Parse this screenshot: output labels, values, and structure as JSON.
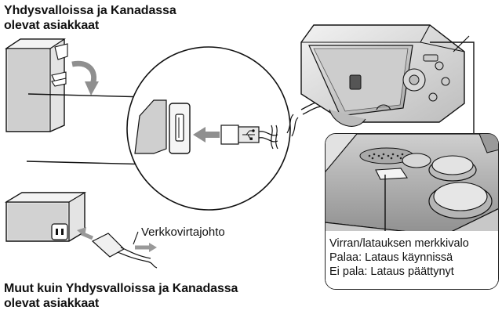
{
  "labels": {
    "us_canada": [
      "Yhdysvalloissa ja Kanadassa",
      "olevat asiakkaat"
    ],
    "other_countries": [
      "Muut kuin Yhdysvalloissa ja Kanadassa",
      "olevat asiakkaat"
    ],
    "power_cord": "Verkkovirtajohto"
  },
  "indicator": {
    "title": "Virran/latauksen merkkivalo",
    "lit": "Palaa: Lataus käynnissä",
    "unlit": "Ei pala: Lataus päättynyt"
  },
  "colors": {
    "outline": "#111111",
    "device_gray": "#d9d9d9",
    "device_dark": "#8a8a8a",
    "arrow_gray": "#9a9a9a"
  },
  "icons": [
    "usb-symbol-icon",
    "curved-arrow-icon",
    "insert-arrow-icon"
  ]
}
